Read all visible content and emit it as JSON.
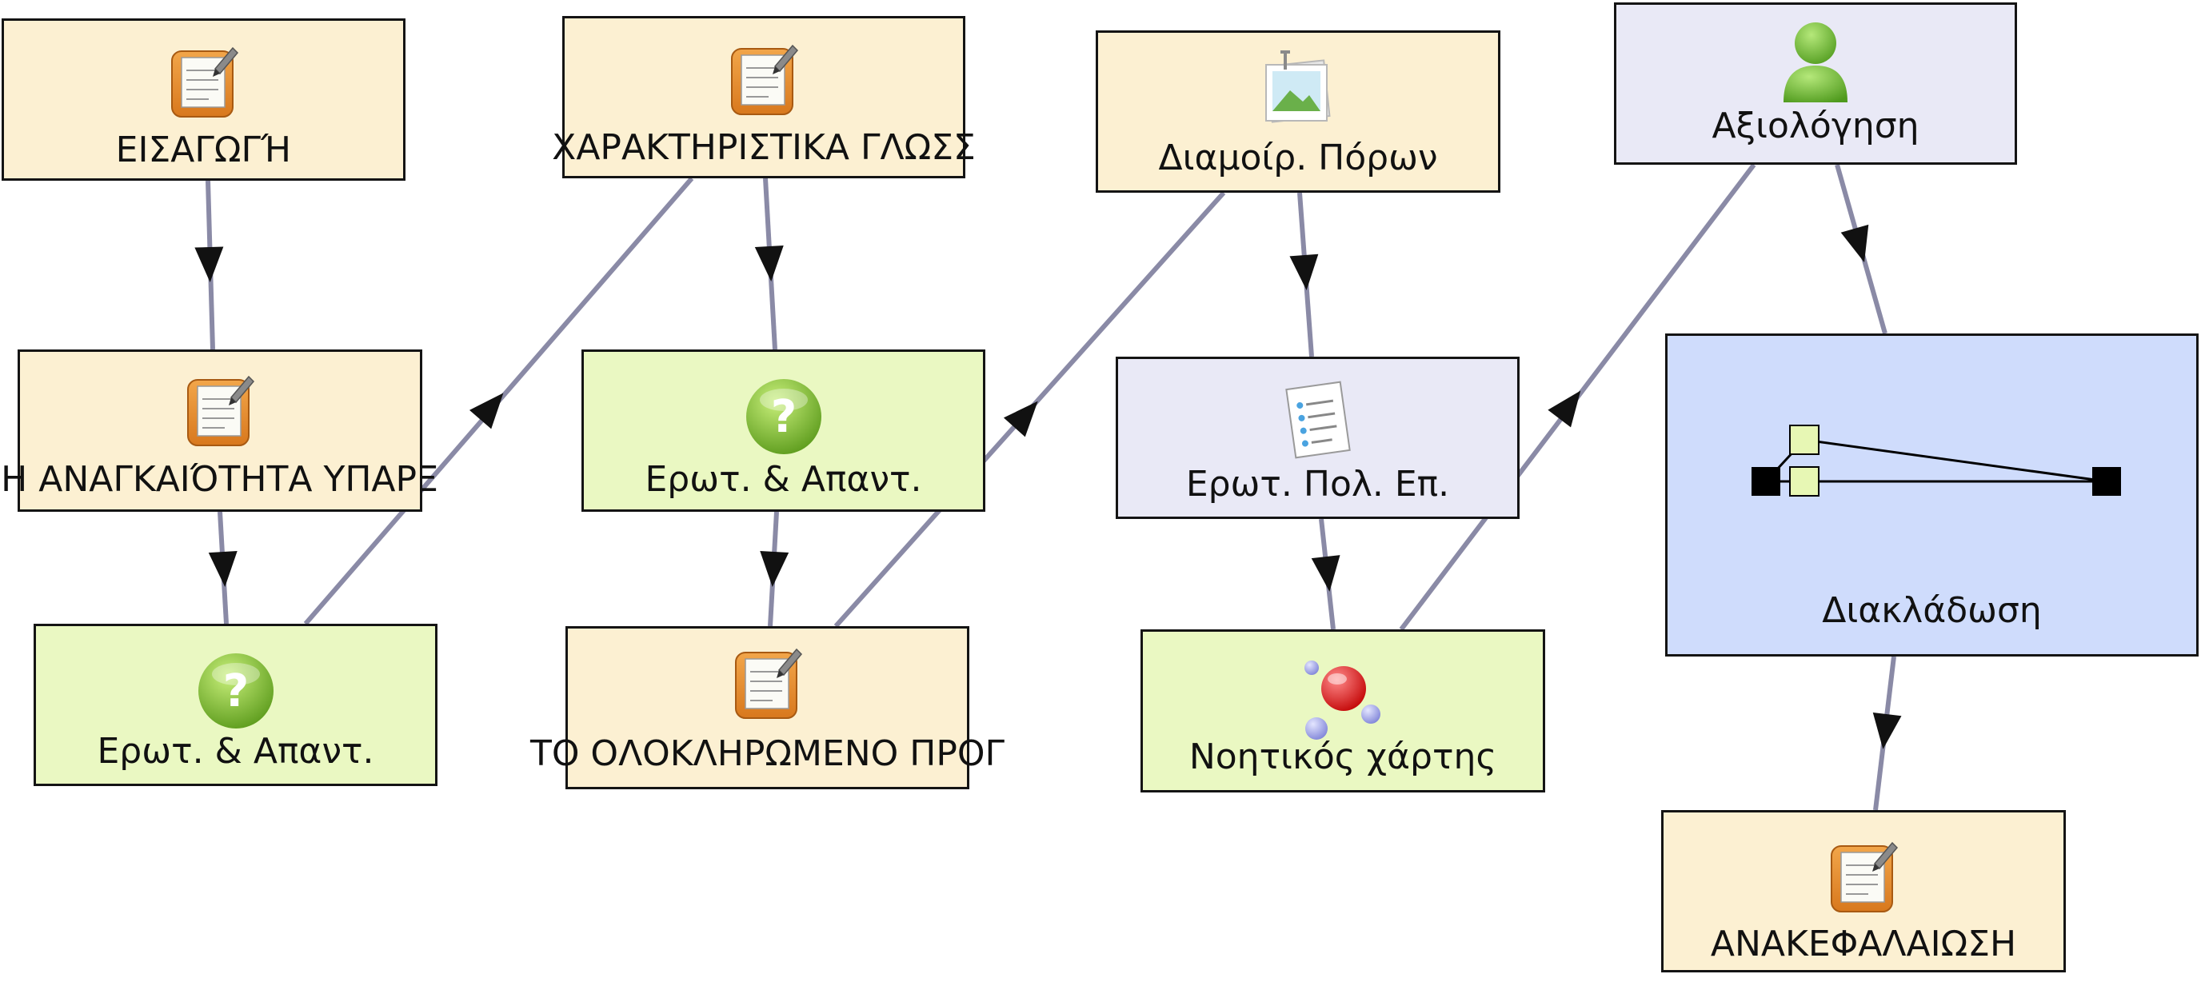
{
  "nodes": [
    {
      "id": "n1",
      "label": "ΕΙΣΑΓΩΓΉ",
      "type": "activity",
      "icon": "note-pad-icon"
    },
    {
      "id": "n2",
      "label": "ΧΑΡΑΚΤΗΡΙΣΤΙΚΑ ΓΛΩΣΣ",
      "type": "activity",
      "icon": "note-pad-icon"
    },
    {
      "id": "n3",
      "label": "Διαμοίρ. Πόρων",
      "type": "activity",
      "icon": "image-resource-icon"
    },
    {
      "id": "n4",
      "label": "Αξιολόγηση",
      "type": "activity",
      "icon": "user-icon"
    },
    {
      "id": "n5",
      "label": "Η ΑΝΑΓΚΑΙΌΤΗΤΑ ΥΠΑΡΞ",
      "type": "activity",
      "icon": "note-pad-icon"
    },
    {
      "id": "n6",
      "label": "Ερωτ. & Απαντ.",
      "type": "activity",
      "icon": "question-icon"
    },
    {
      "id": "n7",
      "label": "Ερωτ. Πολ. Επ.",
      "type": "activity",
      "icon": "checklist-icon"
    },
    {
      "id": "n8",
      "label": "Διακλάδωση",
      "type": "branching",
      "icon": "branching-icon"
    },
    {
      "id": "n9",
      "label": "Ερωτ. & Απαντ.",
      "type": "activity",
      "icon": "question-icon"
    },
    {
      "id": "n10",
      "label": "ΤΟ ΟΛΟΚΛΗΡΩΜΕΝΟ ΠΡΟΓ",
      "type": "activity",
      "icon": "note-pad-icon"
    },
    {
      "id": "n11",
      "label": "Νοητικός χάρτης",
      "type": "activity",
      "icon": "mind-map-icon"
    },
    {
      "id": "n12",
      "label": "ΑΝΑΚΕΦΑΛΑΙΩΣΗ",
      "type": "activity",
      "icon": "note-pad-icon"
    }
  ],
  "edges": [
    {
      "from": "n1",
      "to": "n5"
    },
    {
      "from": "n5",
      "to": "n9"
    },
    {
      "from": "n9",
      "to": "n2"
    },
    {
      "from": "n2",
      "to": "n6"
    },
    {
      "from": "n6",
      "to": "n10"
    },
    {
      "from": "n10",
      "to": "n3"
    },
    {
      "from": "n3",
      "to": "n7"
    },
    {
      "from": "n7",
      "to": "n11"
    },
    {
      "from": "n11",
      "to": "n4"
    },
    {
      "from": "n4",
      "to": "n8"
    },
    {
      "from": "n8",
      "to": "n12"
    }
  ],
  "colors": {
    "activity_fill": "#fcf0d2",
    "question_fill": "#eaf8c2",
    "lavender_fill": "#e9e9f6",
    "branching_fill": "#cfdcfc",
    "edge_stroke": "#8a8aa6",
    "arrow_fill": "#111111",
    "border": "#141414"
  }
}
